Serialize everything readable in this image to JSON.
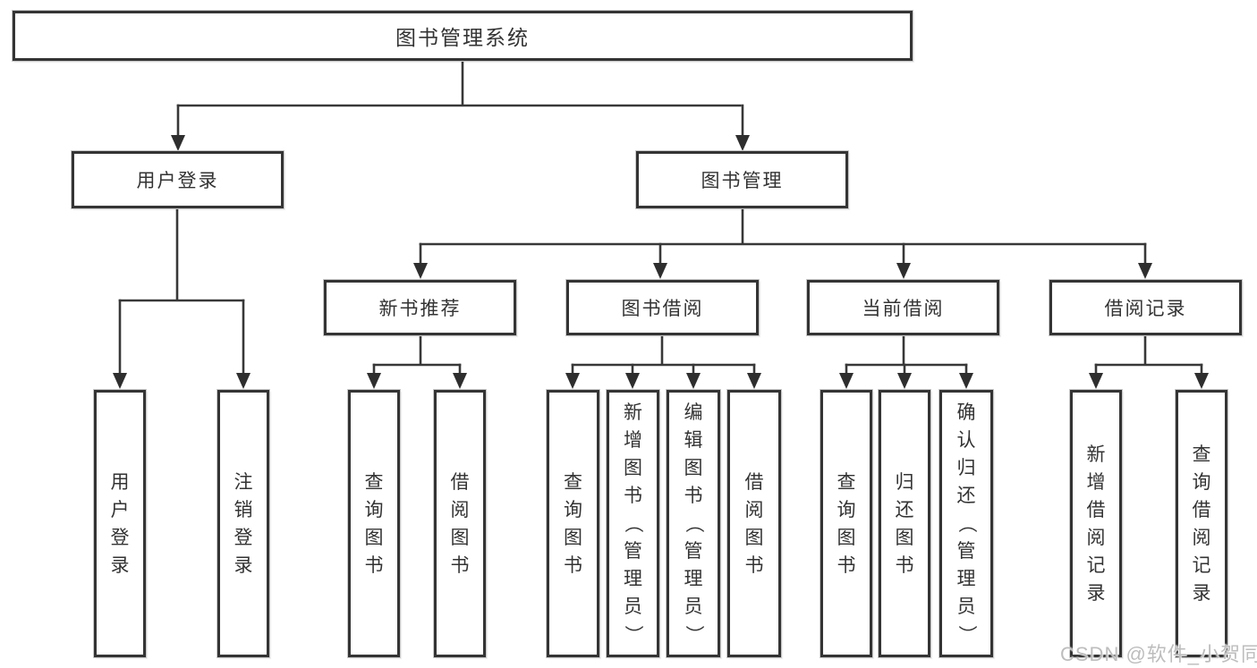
{
  "diagram": {
    "root": {
      "label": "图书管理系统"
    },
    "level2": [
      {
        "label": "用户登录"
      },
      {
        "label": "图书管理"
      }
    ],
    "level3": [
      {
        "label": "新书推荐"
      },
      {
        "label": "图书借阅"
      },
      {
        "label": "当前借阅"
      },
      {
        "label": "借阅记录"
      }
    ],
    "leaves": [
      {
        "label": "用户登录"
      },
      {
        "label": "注销登录"
      },
      {
        "label": "查询图书"
      },
      {
        "label": "借阅图书"
      },
      {
        "label": "查询图书"
      },
      {
        "label": "新增图书（管理员）"
      },
      {
        "label": "编辑图书（管理员）"
      },
      {
        "label": "借阅图书"
      },
      {
        "label": "查询图书"
      },
      {
        "label": "归还图书"
      },
      {
        "label": "确认归还（管理员）"
      },
      {
        "label": "新增借阅记录"
      },
      {
        "label": "查询借阅记录"
      }
    ]
  },
  "watermark": {
    "text": "CSDN @软件_小贺同学"
  },
  "colors": {
    "line": "#383838",
    "arrow": "#2e2e2e",
    "border": "#343434",
    "text": "#333333",
    "watermark": "#bdbdbd",
    "background": "#ffffff"
  }
}
